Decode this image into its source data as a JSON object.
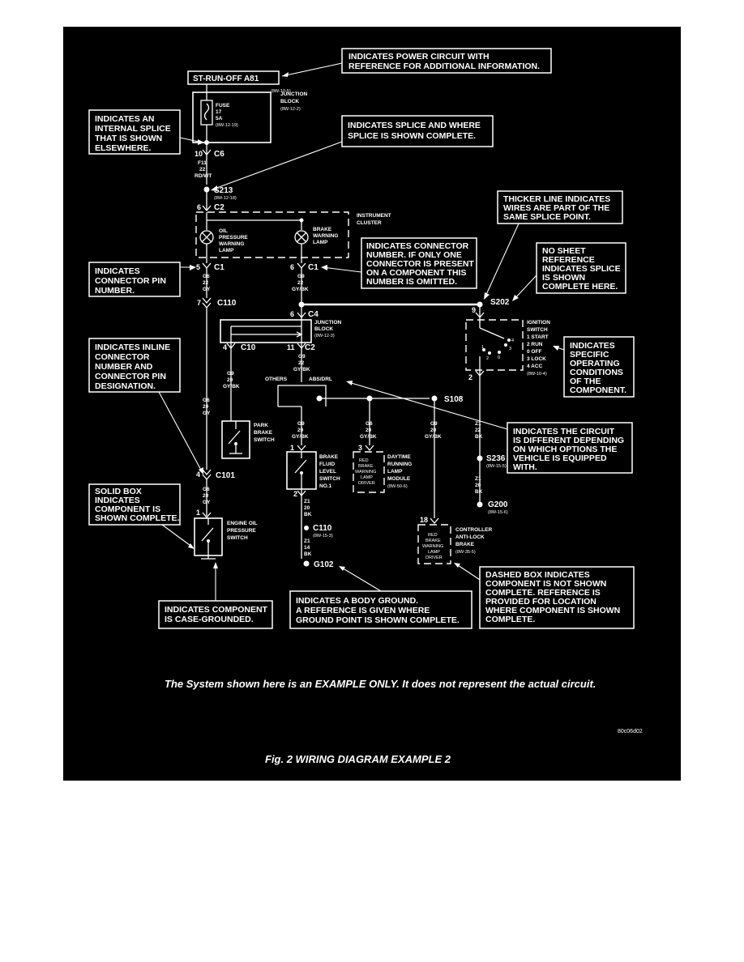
{
  "figure": {
    "note": "The System shown here is an EXAMPLE ONLY.  It does not represent the actual circuit.",
    "caption": "Fig. 2 WIRING DIAGRAM EXAMPLE 2",
    "code": "80c06d02"
  },
  "power": {
    "label": "ST-RUN-OFF A81",
    "ref": "(8W-10-5)"
  },
  "junction_block_top": {
    "name1": "JUNCTION",
    "name2": "BLOCK",
    "ref": "(8W-12-2)"
  },
  "fuse": {
    "l1": "FUSE",
    "l2": "17",
    "l3": "5A",
    "ref": "(8W-12-19)"
  },
  "connectors": {
    "c6": {
      "pin": "10",
      "name": "C6"
    },
    "c2_top": {
      "pin": "6",
      "name": "C2"
    },
    "c1_left": {
      "pin": "5",
      "name": "C1"
    },
    "c1_right": {
      "pin": "6",
      "name": "C1"
    },
    "c110_top": {
      "pin": "7",
      "name": "C110"
    },
    "c4": {
      "pin": "6",
      "name": "C4"
    },
    "c10": {
      "pin": "4",
      "name": "C10"
    },
    "c2_mid": {
      "pin": "11",
      "name": "C2"
    },
    "c101": {
      "pin": "4",
      "name": "C101"
    },
    "pin_ign": "9",
    "pin_ign_out": "2",
    "pin_brake_fluid": "1",
    "pin_brake_fluid_out": "2",
    "pin_drl": "3",
    "pin_oil": "1",
    "pin_abs": "18"
  },
  "wires": {
    "f11": {
      "l1": "F11",
      "l2": "22",
      "l3": "RD/WT"
    },
    "g6_22": {
      "l1": "G6",
      "l2": "22",
      "l3": "GY"
    },
    "g9_22": {
      "l1": "G9",
      "l2": "22",
      "l3": "GY/BK"
    },
    "g9_22b": {
      "l1": "G9",
      "l2": "22",
      "l3": "GY/BK"
    },
    "g9_20_park": {
      "l1": "G9",
      "l2": "20",
      "l3": "GY/BK"
    },
    "g6_20": {
      "l1": "G6",
      "l2": "20",
      "l3": "GY"
    },
    "g9_20_bf": {
      "l1": "G9",
      "l2": "20",
      "l3": "GY/BK"
    },
    "g6_20_drl": {
      "l1": "G6",
      "l2": "20",
      "l3": "GY/BK"
    },
    "g9_20_abs": {
      "l1": "G9",
      "l2": "20",
      "l3": "GY/BK"
    },
    "g6_20_oil": {
      "l1": "G6",
      "l2": "20",
      "l3": "GY"
    },
    "z1_20_bf": {
      "l1": "Z1",
      "l2": "20",
      "l3": "BK"
    },
    "z1_14": {
      "l1": "Z1",
      "l2": "14",
      "l3": "BK"
    },
    "z1_22_ign": {
      "l1": "Z1",
      "l2": "22",
      "l3": "BK"
    },
    "z1_20_g200": {
      "l1": "Z1",
      "l2": "20",
      "l3": "BK"
    }
  },
  "splices": {
    "s213": {
      "name": "S213",
      "ref": "(8W-12-18)"
    },
    "s202": {
      "name": "S202"
    },
    "s108": {
      "name": "S108"
    },
    "s236": {
      "name": "S236",
      "ref": "(8W-15-5)"
    }
  },
  "grounds": {
    "g200": {
      "name": "G200",
      "ref": "(8W-15-6)"
    },
    "g102": {
      "name": "G102"
    },
    "c110_low": {
      "name": "C110",
      "ref": "(8W-15-3)"
    }
  },
  "components": {
    "instrument_cluster": {
      "l1": "INSTRUMENT",
      "l2": "CLUSTER"
    },
    "oil_lamp": {
      "l1": "OIL",
      "l2": "PRESSURE",
      "l3": "WARNING",
      "l4": "LAMP"
    },
    "brake_lamp": {
      "l1": "BRAKE",
      "l2": "WARNING",
      "l3": "LAMP"
    },
    "junction_block_mid": {
      "l1": "JUNCTION",
      "l2": "BLOCK",
      "ref": "(8W-12-3)"
    },
    "ignition": {
      "l1": "IGNITION",
      "l2": "SWITCH",
      "s1": "1 START",
      "s2": "2 RUN",
      "s3": "0 OFF",
      "s4": "3 LOCK",
      "s5": "4 ACC",
      "ref": "(8W-10-4)",
      "p1": "1",
      "p2": "2",
      "p3": "0",
      "p4": "3",
      "p5": "4"
    },
    "park_brake": {
      "l1": "PARK",
      "l2": "BRAKE",
      "l3": "SWITCH"
    },
    "brake_fluid": {
      "l1": "BRAKE",
      "l2": "FLUID",
      "l3": "LEVEL",
      "l4": "SWITCH",
      "l5": "NO.1"
    },
    "drl": {
      "l1": "DAYTIME",
      "l2": "RUNNING",
      "l3": "LAMP",
      "l4": "MODULE",
      "ref": "(8W-50-6)",
      "inner1": "RED",
      "inner2": "BRAKE",
      "inner3": "WARNING",
      "inner4": "LAMP",
      "inner5": "DRIVER"
    },
    "engine_oil": {
      "l1": "ENGINE OIL",
      "l2": "PRESSURE",
      "l3": "SWITCH"
    },
    "abs": {
      "l1": "CONTROLLER",
      "l2": "ANTI-LOCK",
      "l3": "BRAKE",
      "ref": "(8W-35-5)",
      "inner1": "RED",
      "inner2": "BRAKE",
      "inner3": "WARNING",
      "inner4": "LAMP",
      "inner5": "DRIVER"
    },
    "others": "OTHERS",
    "abs_drl": "ABS/DRL"
  },
  "callouts": {
    "power": [
      "INDICATES POWER CIRCUIT WITH",
      "REFERENCE FOR ADDITIONAL INFORMATION."
    ],
    "internal_splice": [
      "INDICATES AN",
      "INTERNAL SPLICE",
      "THAT IS SHOWN",
      "ELSEWHERE."
    ],
    "splice": [
      "INDICATES SPLICE AND WHERE",
      "SPLICE IS SHOWN COMPLETE."
    ],
    "thicker_line": [
      "THICKER LINE INDICATES",
      "WIRES ARE PART OF THE",
      "SAME SPLICE POINT."
    ],
    "no_sheet": [
      "NO SHEET",
      "REFERENCE",
      "INDICATES SPLICE",
      "IS SHOWN",
      "COMPLETE HERE."
    ],
    "connector_number": [
      "INDICATES CONNECTOR",
      "NUMBER.  IF ONLY ONE",
      "CONNECTOR IS PRESENT",
      "ON A COMPONENT THIS",
      "NUMBER IS OMITTED."
    ],
    "connector_pin": [
      "INDICATES",
      "CONNECTOR PIN",
      "NUMBER."
    ],
    "specific": [
      "INDICATES",
      "SPECIFIC",
      "OPERATING",
      "CONDITIONS",
      "OF THE",
      "COMPONENT."
    ],
    "inline": [
      "INDICATES INLINE",
      "CONNECTOR",
      "NUMBER AND",
      "CONNECTOR PIN",
      "DESIGNATION."
    ],
    "circuit_diff": [
      "INDICATES THE CIRCUIT",
      "IS DIFFERENT DEPENDING",
      "ON WHICH OPTIONS THE",
      "VEHICLE IS EQUIPPED",
      "WITH."
    ],
    "solid_box": [
      "SOLID BOX",
      "INDICATES",
      "COMPONENT IS",
      "SHOWN COMPLETE."
    ],
    "dashed_box": [
      "DASHED BOX INDICATES",
      "COMPONENT IS NOT SHOWN",
      "COMPLETE.  REFERENCE IS",
      "PROVIDED FOR LOCATION",
      "WHERE COMPONENT IS SHOWN",
      "COMPLETE."
    ],
    "case_grounded": [
      "INDICATES COMPONENT",
      "IS CASE-GROUNDED."
    ],
    "body_ground": [
      "INDICATES A BODY GROUND.",
      "A REFERENCE IS GIVEN WHERE",
      "GROUND POINT IS SHOWN COMPLETE."
    ]
  }
}
